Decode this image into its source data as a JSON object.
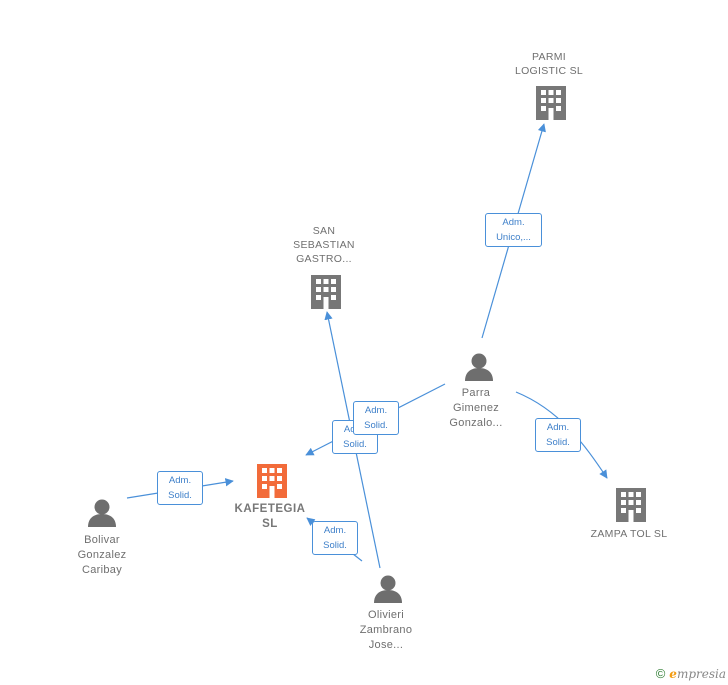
{
  "nodes": {
    "parmi": {
      "lines": [
        "PARMI",
        "LOGISTIC  SL"
      ],
      "kind": "company"
    },
    "san_sebastian": {
      "lines": [
        "SAN",
        "SEBASTIAN",
        "GASTRO..."
      ],
      "kind": "company"
    },
    "kafetegia": {
      "lines": [
        "KAFETEGIA",
        "SL"
      ],
      "kind": "main-company"
    },
    "zampa_tol": {
      "lines": [
        "ZAMPA TOL  SL"
      ],
      "kind": "company"
    },
    "parra": {
      "lines": [
        "Parra",
        "Gimenez",
        "Gonzalo..."
      ],
      "kind": "person"
    },
    "bolivar": {
      "lines": [
        "Bolivar",
        "Gonzalez",
        "Caribay"
      ],
      "kind": "person"
    },
    "olivieri": {
      "lines": [
        "Olivieri",
        "Zambrano",
        "Jose..."
      ],
      "kind": "person"
    }
  },
  "roles": {
    "parra_parmi": [
      "Adm.",
      "Unico,..."
    ],
    "parra_zampa": [
      "Adm.",
      "Solid."
    ],
    "parra_kafetegia": [
      "Adm.",
      "Solid."
    ],
    "olivieri_san_sebastian": [
      "Adm.",
      "Solid."
    ],
    "olivieri_kafetegia": [
      "Adm.",
      "Solid."
    ],
    "bolivar_kafetegia": [
      "Adm.",
      "Solid."
    ]
  },
  "colors": {
    "edge": "#4a90d9",
    "company_icon": "#777777",
    "main_company_icon": "#f26b3a",
    "person_icon": "#6e6e6e",
    "brand_accent": "#f39c12"
  },
  "brand": {
    "copyright": "©",
    "initial": "e",
    "name": "mpresia"
  }
}
